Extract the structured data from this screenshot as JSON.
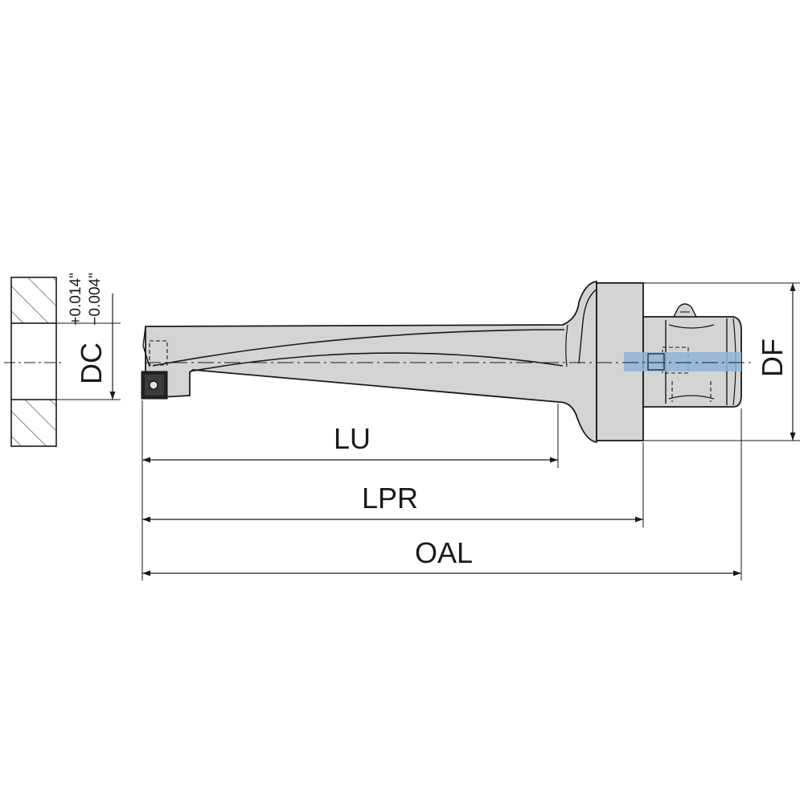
{
  "dimensions": {
    "dc_label": "DC",
    "dc_tol_upper": "+0.014\"",
    "dc_tol_lower": "−0.004\"",
    "df_label": "DF",
    "lu_label": "LU",
    "lpr_label": "LPR",
    "oal_label": "OAL"
  },
  "colors": {
    "body_fill": "#d4d4d4",
    "line": "#1a1a1a",
    "coolant_highlight": "#8fb4d8"
  }
}
